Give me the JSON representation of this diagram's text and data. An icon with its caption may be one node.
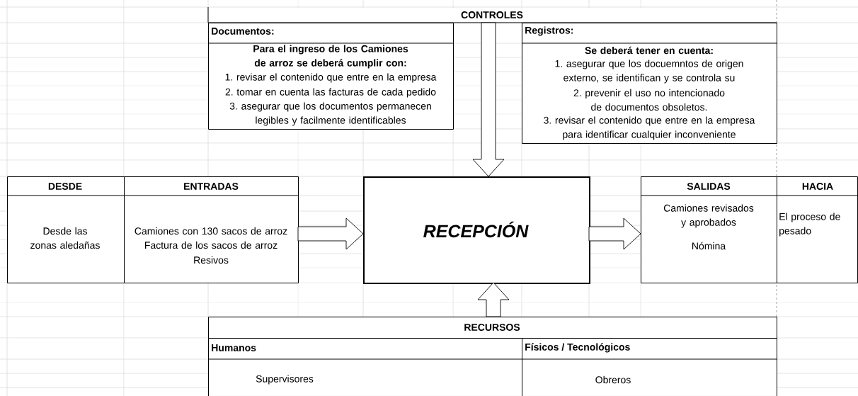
{
  "diagram": {
    "nodes": [
      {
        "text": [
          "CONTROLES"
        ]
      },
      {
        "text": [
          "Documentos:",
          "Para el ingreso de los Camiones de arroz se deberá cumplir con:",
          "1. revisar el contenido que entre en la empresa",
          "2. tomar en cuenta las facturas de cada pedido",
          "3. asegurar que los documentos permanecen legibles y facilmente identificables"
        ]
      },
      {
        "text": [
          "Registros:",
          "Se deberá tener en cuenta:",
          "1. asegurar que los docuemntos de origen externo, se identifican y se controla su",
          "2. prevenir el uso no intencionado de documentos obsoletos.",
          "3. revisar el contenido que entre en la empresa para identificar cualquier inconveniente"
        ]
      },
      {
        "text": [
          "DESDE",
          "Desde las zonas aledañas"
        ]
      },
      {
        "text": [
          "ENTRADAS",
          "Camiones con 130 sacos de arroz",
          "Factura de los sacos de arroz",
          "Resivos"
        ]
      },
      {
        "text": [
          "RECEPCIÓN"
        ]
      },
      {
        "text": [
          "SALIDAS",
          "Camiones revisados y aprobados",
          "Nómina"
        ]
      },
      {
        "text": [
          "HACIA",
          "El proceso de pesado"
        ]
      },
      {
        "text": [
          "RECURSOS"
        ]
      },
      {
        "text": [
          "Humanos",
          "Supervisores"
        ]
      },
      {
        "text": [
          "Físicos / Tecnológicos",
          "Obreros"
        ]
      }
    ],
    "edges": [
      {
        "from": 4,
        "to": 5,
        "arrow": "to"
      },
      {
        "from": 5,
        "to": 6,
        "arrow": "to"
      },
      {
        "from": 0,
        "to": 5,
        "arrow": "to"
      },
      {
        "from": 8,
        "to": 5,
        "arrow": "to"
      }
    ]
  }
}
